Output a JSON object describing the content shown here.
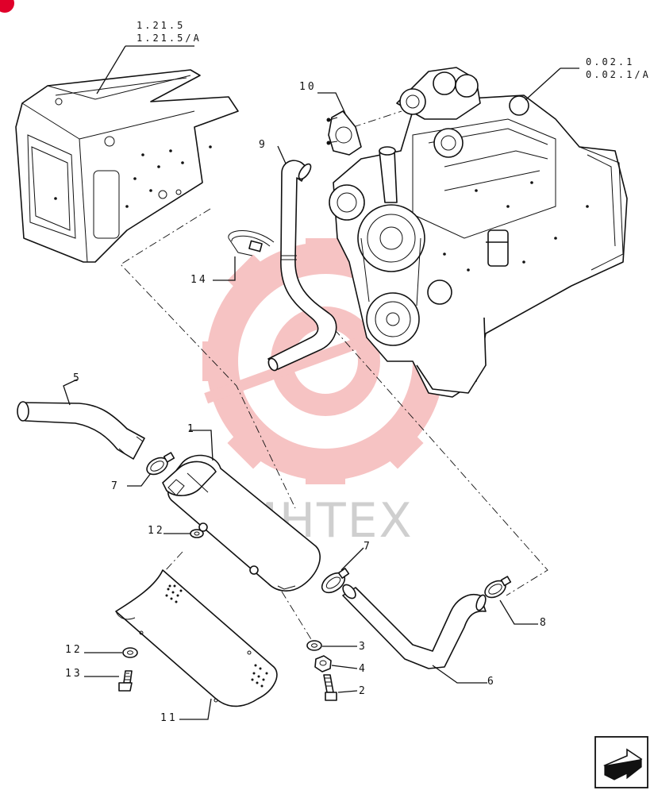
{
  "watermark": {
    "text": "ИНТЕХ",
    "color": "#e33b3b"
  },
  "references": [
    {
      "id": "ref-frame",
      "line1": "1.21.5",
      "line2": "1.21.5/A"
    },
    {
      "id": "ref-engine",
      "line1": "0.02.1",
      "line2": "0.02.1/A"
    }
  ],
  "callouts": [
    "10",
    "9",
    "14",
    "5",
    "1",
    "7",
    "12",
    "7",
    "8",
    "12",
    "13",
    "3",
    "4",
    "2",
    "6",
    "11"
  ],
  "nav": {
    "icon": "next-page-arrow-icon"
  },
  "colors": {
    "line": "#111111",
    "watermark": "#e33b3b",
    "corner_badge": "#e0002a"
  }
}
